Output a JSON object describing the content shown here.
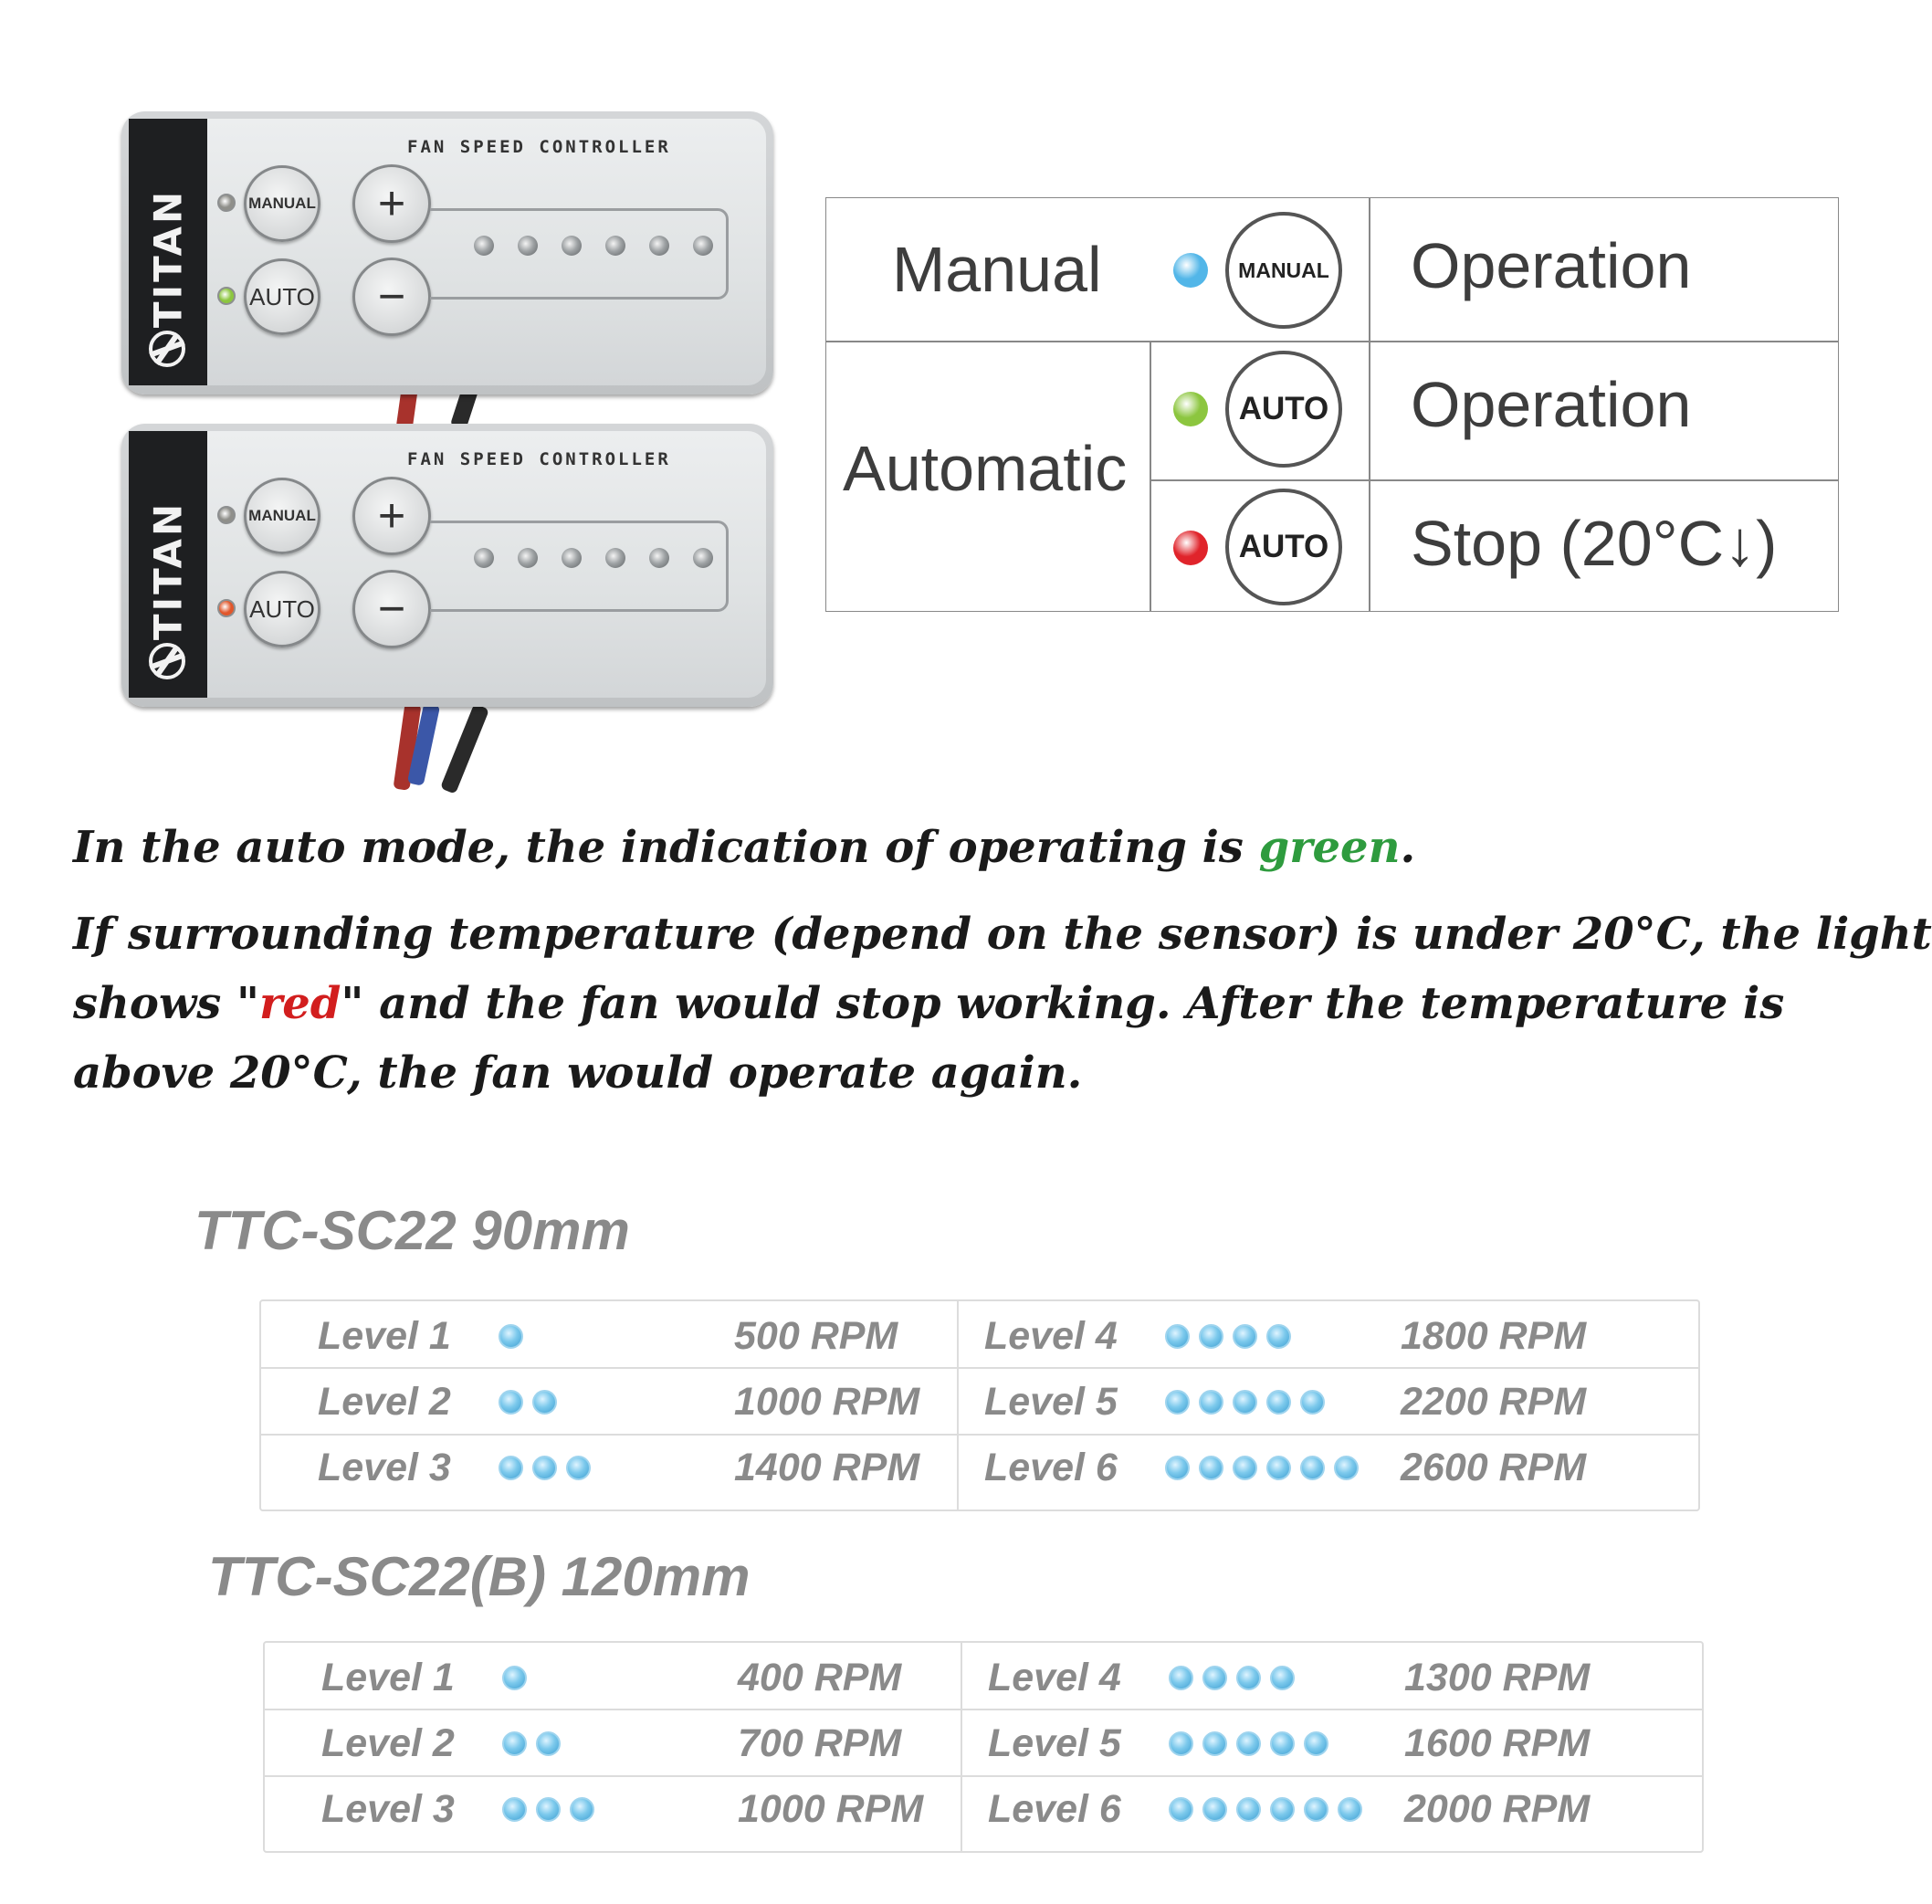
{
  "controller": {
    "brand": "TITAN",
    "model_label": "FAN SPEED CONTROLLER",
    "manual_label": "MANUAL",
    "auto_label": "AUTO",
    "plus_label": "+",
    "minus_label": "−",
    "level_led_count": 6,
    "top_unit": {
      "manual_led_color": "#8f8f8a",
      "auto_led_color": "#8cc63f"
    },
    "bottom_unit": {
      "manual_led_color": "#8f8f8a",
      "auto_led_color": "#e2572b"
    }
  },
  "mode_table": {
    "manual": {
      "mode": "Manual",
      "led_color": "#52b6e8",
      "button": "MANUAL",
      "status": "Operation"
    },
    "automatic": {
      "mode": "Automatic",
      "rows": [
        {
          "led_color": "#8cc63f",
          "button": "AUTO",
          "status": "Operation"
        },
        {
          "led_color": "#e0242b",
          "button": "AUTO",
          "status": "Stop (20°C↓)"
        }
      ]
    }
  },
  "description": {
    "line1_pre": "In the auto mode, the indication of operating is ",
    "line1_green": "green",
    "line1_post": ".",
    "line2": "If surrounding temperature (depend on the sensor) is under 20°C, the light",
    "line3_pre": "shows \"",
    "line3_red": "red",
    "line3_post": "\" and the fan would stop working. After the temperature is",
    "line4": "above 20°C, the fan would operate again."
  },
  "speed_tables": [
    {
      "title": "TTC-SC22 90mm",
      "levels": [
        {
          "label": "Level 1",
          "dots": 1,
          "rpm": "500 RPM"
        },
        {
          "label": "Level 2",
          "dots": 2,
          "rpm": "1000 RPM"
        },
        {
          "label": "Level 3",
          "dots": 3,
          "rpm": "1400 RPM"
        },
        {
          "label": "Level 4",
          "dots": 4,
          "rpm": "1800 RPM"
        },
        {
          "label": "Level 5",
          "dots": 5,
          "rpm": "2200 RPM"
        },
        {
          "label": "Level 6",
          "dots": 6,
          "rpm": "2600 RPM"
        }
      ]
    },
    {
      "title": "TTC-SC22(B)  120mm",
      "levels": [
        {
          "label": "Level 1",
          "dots": 1,
          "rpm": "400 RPM"
        },
        {
          "label": "Level 2",
          "dots": 2,
          "rpm": "700 RPM"
        },
        {
          "label": "Level 3",
          "dots": 3,
          "rpm": "1000 RPM"
        },
        {
          "label": "Level 4",
          "dots": 4,
          "rpm": "1300 RPM"
        },
        {
          "label": "Level 5",
          "dots": 5,
          "rpm": "1600 RPM"
        },
        {
          "label": "Level 6",
          "dots": 6,
          "rpm": "2000 RPM"
        }
      ]
    }
  ]
}
